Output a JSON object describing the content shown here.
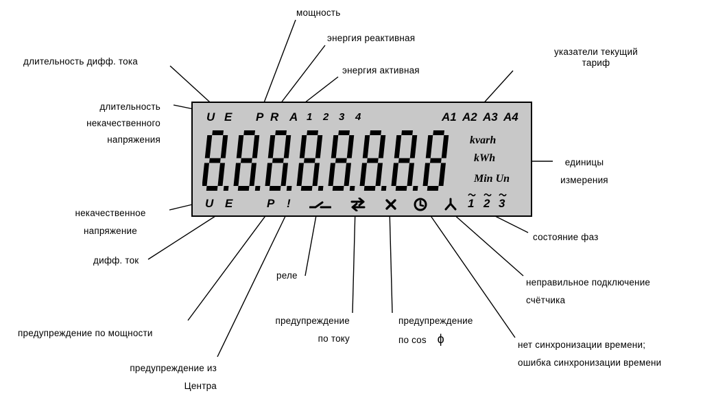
{
  "labels": {
    "power": "мощность",
    "reactive": "энергия реактивная",
    "active": "энергия активная",
    "tariff_l1": "указатели текущий",
    "tariff_l2": "тариф",
    "diff_dur": "длительность дифф. тока",
    "poor_dur_l1": "длительность",
    "poor_dur_l2": "некачественного",
    "poor_dur_l3": "напряжения",
    "units_l1": "единицы",
    "units_l2": "измерения",
    "poor_v_l1": "некачественное",
    "poor_v_l2": "напряжение",
    "phase_state": "состояние фаз",
    "diff_current": "дифф. ток",
    "relay": "реле",
    "wrong_conn_l1": "неправильное подключение",
    "wrong_conn_l2": "счётчика",
    "warn_current_l1": "предупреждение",
    "warn_current_l2": "по току",
    "warn_cos_l1": "предупреждение",
    "warn_cos_l2": "по cos",
    "warn_cos_phi": "ϕ",
    "warn_power": "предупреждение по мощности",
    "no_sync_l1": "нет синхронизации времени;",
    "no_sync_l2": "ошибка синхронизации времени",
    "warn_center_l1": "предупреждение из",
    "warn_center_l2": "Центра"
  },
  "lcd": {
    "top": {
      "u": "U",
      "e": "E",
      "p": "P",
      "r": "R",
      "a": "A",
      "n1": "1",
      "n2": "2",
      "n3": "3",
      "n4": "4",
      "a1": "A1",
      "a2": "A2",
      "a3": "A3",
      "a4": "A4"
    },
    "units": {
      "kvarh": "kvarh",
      "kwh": "kWh",
      "minun": "Min Un"
    },
    "bottom": {
      "u": "U",
      "e": "E",
      "p": "P",
      "excl": "!",
      "ph1": "1",
      "ph2": "2",
      "ph3": "3"
    },
    "digit_count": 8
  }
}
